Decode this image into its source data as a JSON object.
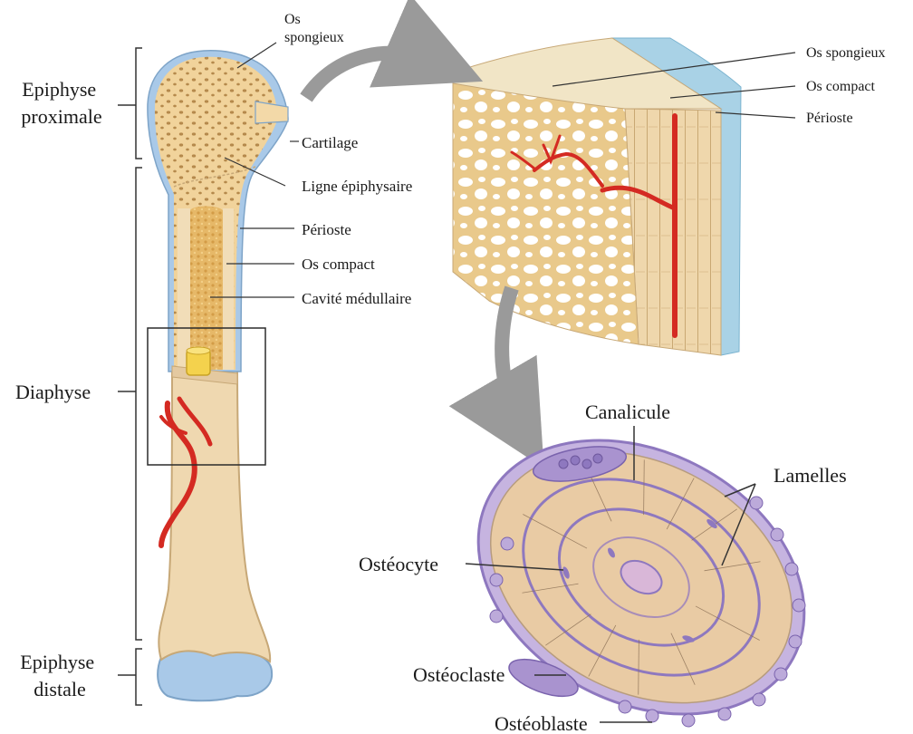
{
  "regions": {
    "epiphyse_proximale": [
      "Epiphyse",
      "proximale"
    ],
    "diaphyse": "Diaphyse",
    "epiphyse_distale": [
      "Epiphyse",
      "distale"
    ]
  },
  "bone_labels": {
    "os_spongieux": [
      "Os",
      "spongieux"
    ],
    "cartilage": "Cartilage",
    "ligne_epiphysaire": "Ligne épiphysaire",
    "perioste": "Périoste",
    "os_compact": "Os compact",
    "cavite_medullaire": "Cavité médullaire"
  },
  "section_labels": {
    "os_spongieux": "Os spongieux",
    "os_compact": "Os compact",
    "perioste": "Périoste"
  },
  "osteon_labels": {
    "canalicule": "Canalicule",
    "lamelles": "Lamelles",
    "osteocyte": "Ostéocyte",
    "osteoclaste": "Ostéoclaste",
    "osteoblaste": "Ostéoblaste"
  },
  "colors": {
    "bone": "#f0d29a",
    "bone_shaft": "#efd8b0",
    "cartilage": "#a9c9e8",
    "vessel": "#d42a22",
    "osteon": "#e9cba4",
    "membrane": "#a993cf"
  }
}
